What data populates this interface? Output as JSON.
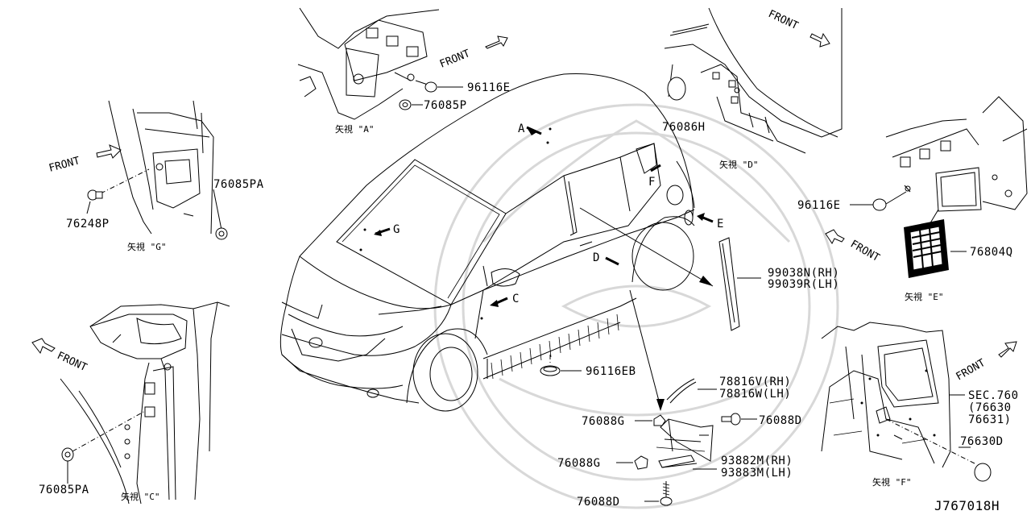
{
  "diagram": {
    "code": "J767018H",
    "front_label": "FRONT",
    "parts": [
      "96116E",
      "76085P",
      "76086H",
      "76085PA",
      "76248P",
      "96116E",
      "76804Q",
      "99038N(RH)",
      "99039R(LH)",
      "96116EB",
      "78816V(RH)",
      "78816W(LH)",
      "76088G",
      "76088D",
      "76088G",
      "93882M(RH)",
      "93883M(LH)",
      "76088D",
      "SEC.760",
      "(76630",
      "76631)",
      "76630D",
      "76085PA"
    ],
    "views": [
      "矢視 \"A\"",
      "矢視 \"D\"",
      "矢視 \"G\"",
      "矢視 \"E\"",
      "矢視 \"C\"",
      "矢視 \"F\""
    ],
    "markers": [
      "A",
      "G",
      "F",
      "E",
      "D",
      "C"
    ]
  }
}
